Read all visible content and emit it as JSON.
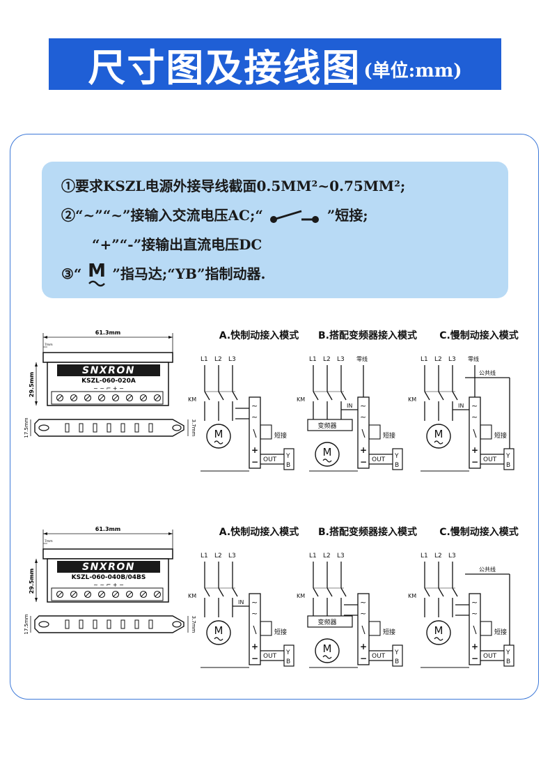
{
  "header": {
    "title": "尺寸图及接线图",
    "unit": "(单位:mm)"
  },
  "notes": {
    "line1": "①要求KSZL电源外接导线截面0.5MM²~0.75MM²;",
    "line2_prefix": "②“~”“~”接输入交流电压AC;“",
    "line2_suffix": "”短接;",
    "line3": "“+”“-”接输出直流电压DC",
    "line4_prefix": "③“",
    "line4_suffix": "”指马达;“YB”指制动器."
  },
  "diagrams": [
    {
      "brand": "SNXRON",
      "model": "KSZL-060-020A",
      "width_dim": "61.3mm",
      "height_dim": "29.5mm",
      "small_dim": "7mm",
      "side_height_dim": "17.5mm",
      "thickness_dim": "3.7mm",
      "terminal_marks": "~  ~   ⌐   +  −",
      "modes": [
        {
          "title": "A.快制动接入模式",
          "l1": "L1",
          "l2": "L2",
          "l3": "L3",
          "km": "KM",
          "motor": "M",
          "short": "短接",
          "out": "OUT",
          "yb_y": "Y",
          "yb_b": "B"
        },
        {
          "title": "B.搭配变频器接入模式",
          "l1": "L1",
          "l2": "L2",
          "l3": "L3",
          "zero": "零线",
          "km": "KM",
          "inv": "变频器",
          "in": "IN",
          "motor": "M",
          "short": "短接",
          "out": "OUT",
          "yb_y": "Y",
          "yb_b": "B"
        },
        {
          "title": "C.慢制动接入模式",
          "l1": "L1",
          "l2": "L2",
          "l3": "L3",
          "zero": "零线",
          "common": "公共线",
          "km": "KM",
          "in": "IN",
          "motor": "M",
          "short": "短接",
          "out": "OUT",
          "yb_y": "Y",
          "yb_b": "B"
        }
      ]
    },
    {
      "brand": "SNXRON",
      "model": "KSZL-060-040B/04BS",
      "width_dim": "61.3mm",
      "height_dim": "29.5mm",
      "small_dim": "7mm",
      "side_height_dim": "17.5mm",
      "thickness_dim": "3.7mm",
      "terminal_marks": "~  ~   ⌐   +  −",
      "modes": [
        {
          "title": "A.快制动接入模式",
          "l1": "L1",
          "l2": "L2",
          "l3": "L3",
          "km": "KM",
          "in": "IN",
          "motor": "M",
          "short": "短接",
          "out": "OUT",
          "yb_y": "Y",
          "yb_b": "B"
        },
        {
          "title": "B.搭配变频器接入模式",
          "l1": "L1",
          "l2": "L2",
          "l3": "L3",
          "km": "KM",
          "inv": "变频器",
          "motor": "M",
          "short": "短接",
          "out": "OUT",
          "yb_y": "Y",
          "yb_b": "B"
        },
        {
          "title": "C.慢制动接入模式",
          "l1": "L1",
          "l2": "L2",
          "l3": "L3",
          "common": "公共线",
          "km": "KM",
          "motor": "M",
          "short": "短接",
          "out": "OUT",
          "yb_y": "Y",
          "yb_b": "B"
        }
      ]
    }
  ],
  "colors": {
    "banner": "#1f5fd6",
    "note_bg": "#b8daf5",
    "frame": "#3c78d8"
  }
}
